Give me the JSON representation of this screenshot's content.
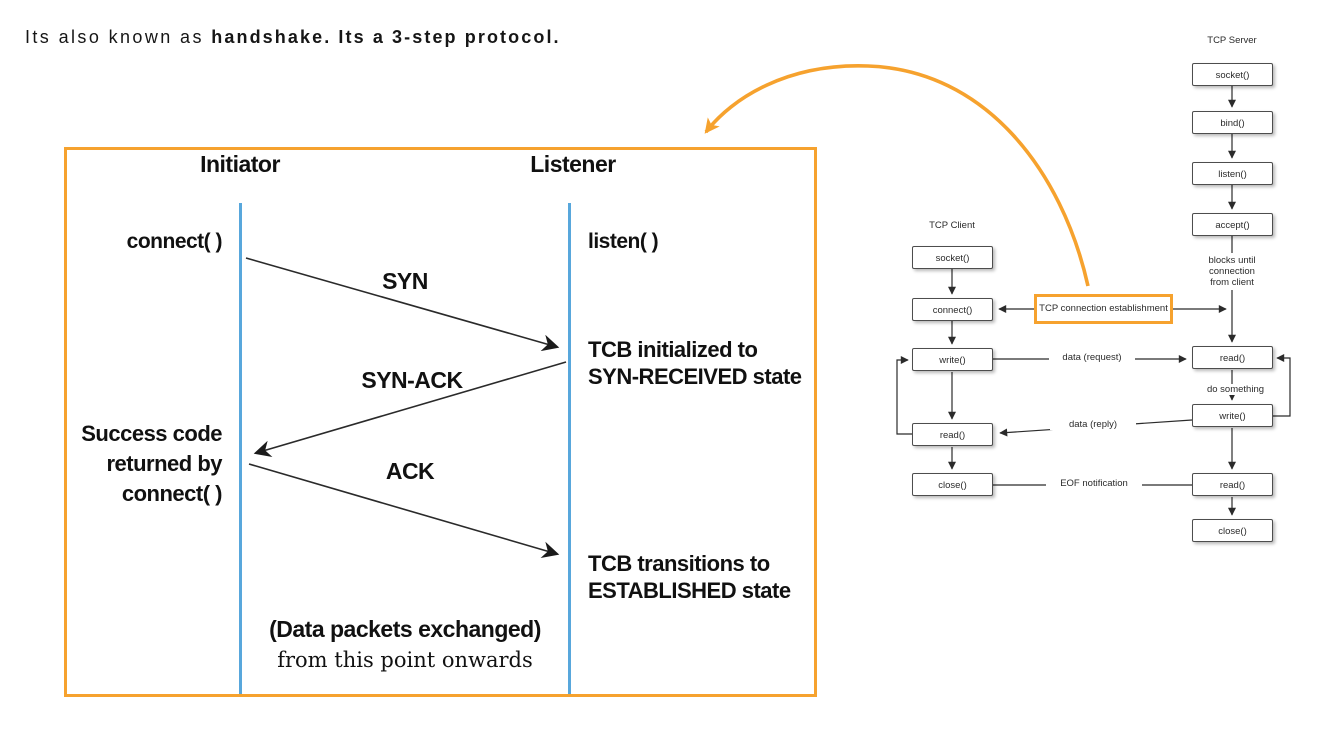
{
  "page": {
    "heading_normal": "Its also known as",
    "heading_bold": "handshake. Its a 3-step protocol."
  },
  "handshake": {
    "initiator": "Initiator",
    "listener": "Listener",
    "connect_call": "connect( )",
    "listen_call": "listen( )",
    "syn": "SYN",
    "syn_ack": "SYN-ACK",
    "ack": "ACK",
    "tcb_syn_received": "TCB initialized to\nSYN-RECEIVED state",
    "success_code": "Success code\nreturned by\nconnect( )",
    "tcb_established": "TCB transitions to\nESTABLISHED state",
    "data_packets": "(Data packets exchanged)",
    "from_this_point": "from this point onwards"
  },
  "socket_flow": {
    "client": {
      "title": "TCP Client",
      "boxes": [
        "socket()",
        "connect()",
        "write()",
        "read()",
        "close()"
      ]
    },
    "server": {
      "title": "TCP Server",
      "boxes": [
        "socket()",
        "bind()",
        "listen()",
        "accept()",
        "read()",
        "write()",
        "read()",
        "close()"
      ],
      "blocks_note": "blocks until\nconnection\nfrom client",
      "do_something": "do something"
    },
    "establishment": "TCP connection establishment",
    "labels": {
      "request": "data (request)",
      "reply": "data (reply)",
      "eof": "EOF notification"
    }
  },
  "colors": {
    "accent_orange": "#F6A22E",
    "timeline_blue": "#58A7DC",
    "text_black": "#111111",
    "flow_gray": "#2b2b2b"
  }
}
